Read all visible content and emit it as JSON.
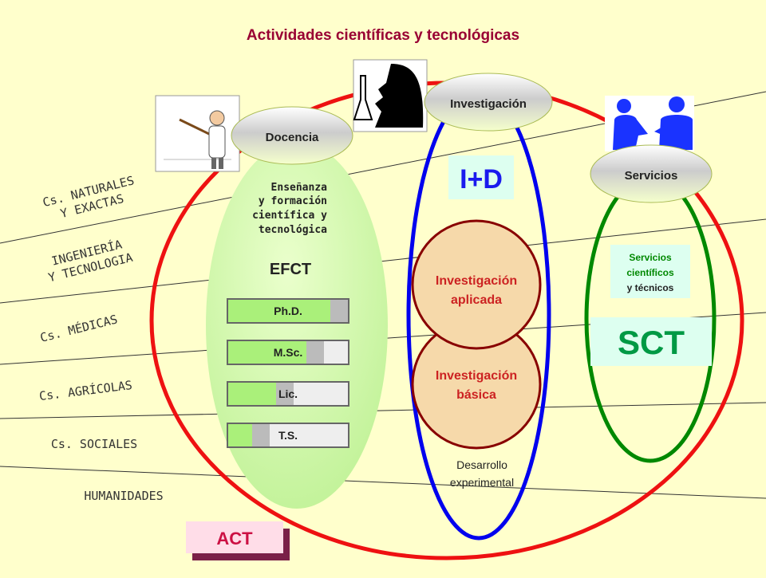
{
  "title": "Actividades científicas y tecnológicas",
  "fields": [
    {
      "line1": "Cs. NATURALES",
      "line2": "Y EXACTAS"
    },
    {
      "line1": "INGENIERÍA",
      "line2": "Y TECNOLOGIA"
    },
    {
      "line1": "Cs. MÉDICAS",
      "line2": ""
    },
    {
      "line1": "Cs. AGRÍCOLAS",
      "line2": ""
    },
    {
      "line1": "Cs. SOCIALES",
      "line2": ""
    },
    {
      "line1": "HUMANIDADES",
      "line2": ""
    }
  ],
  "docencia": {
    "label": "Docencia",
    "desc": [
      "Enseñanza",
      "y formación",
      "científica y",
      "tecnológica"
    ],
    "abbr": "EFCT",
    "degrees": [
      {
        "label": "Ph.D.",
        "fill": 0.85
      },
      {
        "label": "M.Sc.",
        "fill": 0.65
      },
      {
        "label": "Lic.",
        "fill": 0.4
      },
      {
        "label": "T.S.",
        "fill": 0.2
      }
    ]
  },
  "investigacion": {
    "label": "Investigación",
    "abbr": "I+D",
    "aplicada": [
      "Investigación",
      "aplicada"
    ],
    "basica": [
      "Investigación",
      "básica"
    ],
    "desarrollo": [
      "Desarrollo",
      "experimental"
    ]
  },
  "servicios": {
    "label": "Servicios",
    "desc": [
      "Servicios",
      "científicos",
      "y técnicos"
    ],
    "abbr": "SCT"
  },
  "act": "ACT",
  "colors": {
    "background": "#ffffcc",
    "title": "#990033",
    "outer": "#ee1111",
    "docencia_fill": "#ccff99",
    "investigacion": "#0000ee",
    "servicios": "#008800",
    "circles": "#f6d9aa",
    "circle_stroke": "#880000",
    "abbr_blue": "#1a1aee",
    "abbr_green": "#009944"
  }
}
